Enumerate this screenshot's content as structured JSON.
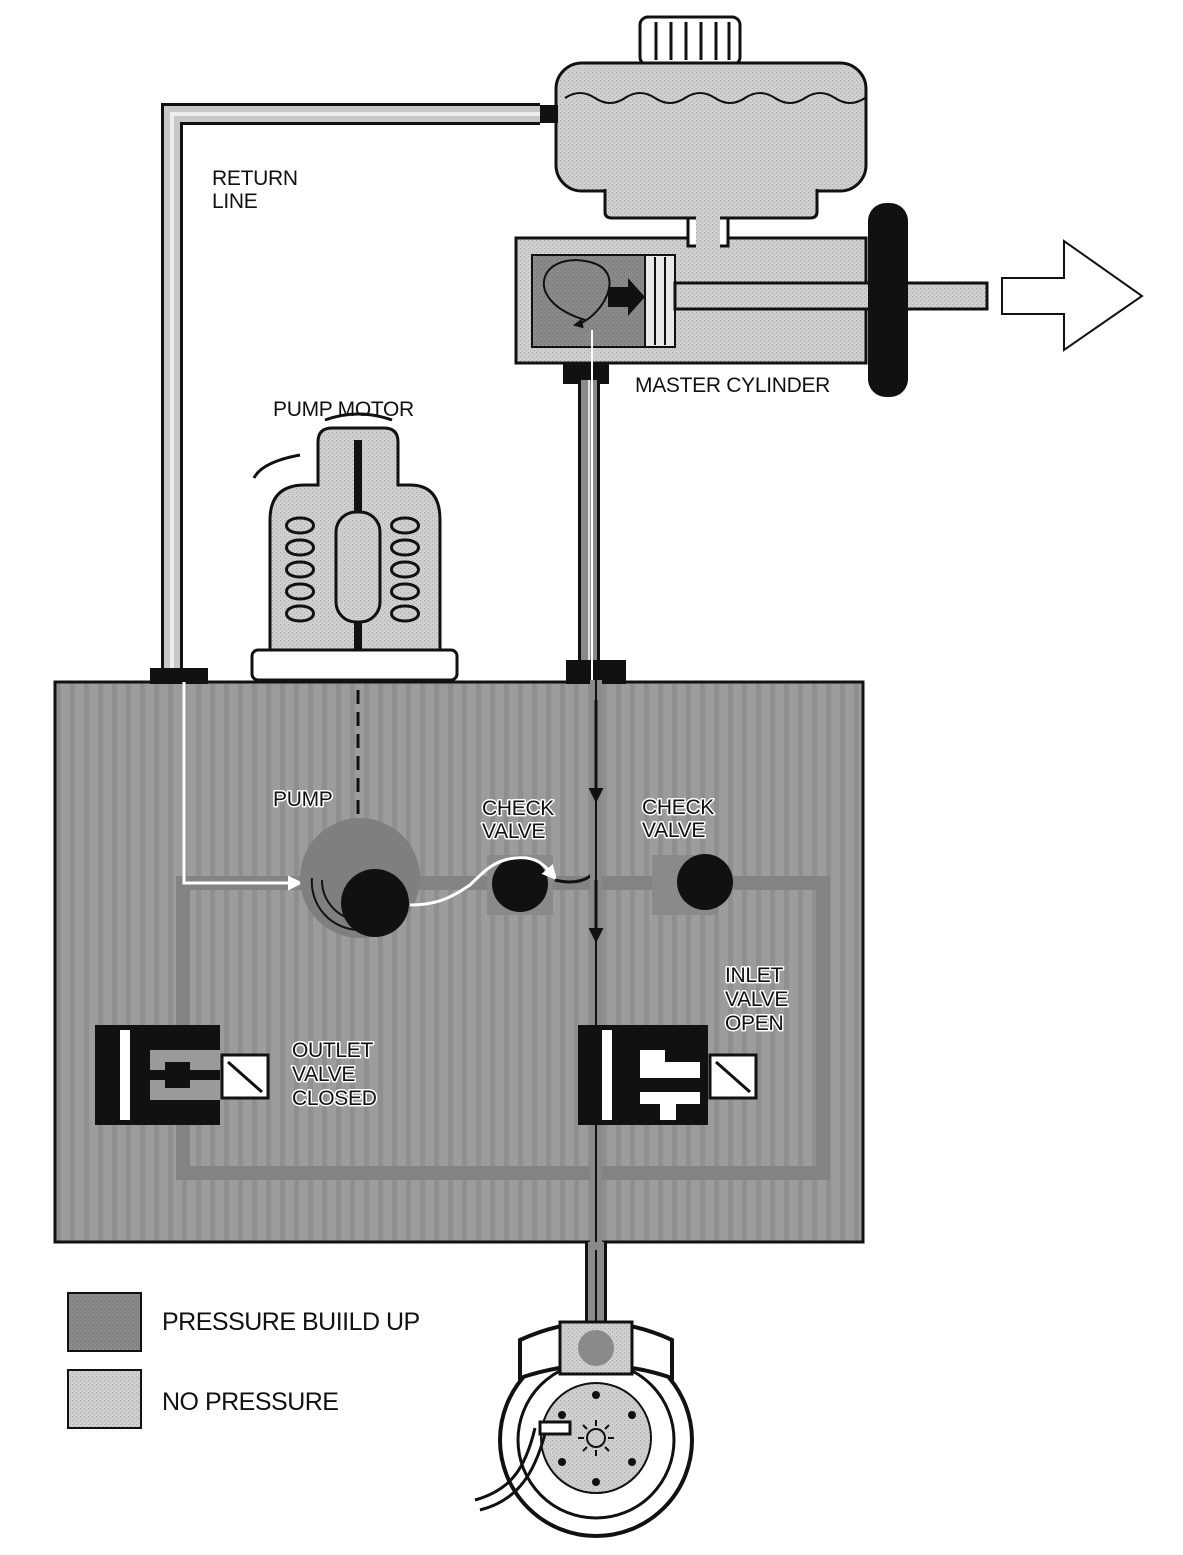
{
  "labels": {
    "return_line": [
      "RETURN",
      "LINE"
    ],
    "master_cylinder": "MASTER CYLINDER",
    "pump_motor": "PUMP MOTOR",
    "pump": "PUMP",
    "check_valve_left": [
      "CHECK",
      "VALVE"
    ],
    "check_valve_right": [
      "CHECK",
      "VALVE"
    ],
    "inlet_valve": [
      "INLET",
      "VALVE",
      "OPEN"
    ],
    "outlet_valve": [
      "OUTLET",
      "VALVE",
      "CLOSED"
    ]
  },
  "legend": [
    {
      "label": "PRESSURE BUIILD UP",
      "color": "#8a8a8a"
    },
    {
      "label": "NO  PRESSURE",
      "color": "#c4c4c4"
    }
  ],
  "colors": {
    "pressure": "#8a8a8a",
    "no_pressure": "#c4c4c4",
    "housing": "#9a9a9a",
    "outline": "#111111"
  }
}
